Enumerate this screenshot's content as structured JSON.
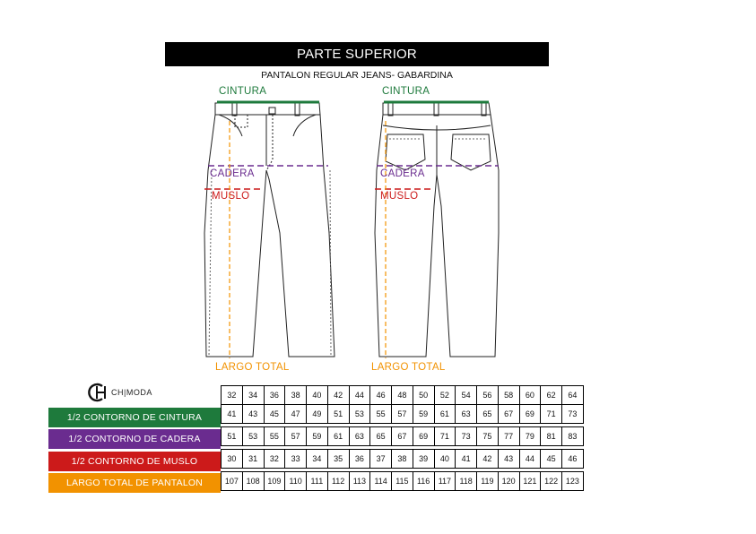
{
  "header": {
    "title": "PARTE SUPERIOR",
    "subtitle": "PANTALON REGULAR JEANS- GABARDINA"
  },
  "front": {
    "waist_label": "CINTURA",
    "hip_label": "CADERA",
    "thigh_label": "MUSLO",
    "length_label": "LARGO TOTAL"
  },
  "back": {
    "waist_label": "CINTURA",
    "hip_label": "CADERA",
    "thigh_label": "MUSLO",
    "length_label": "LARGO TOTAL"
  },
  "brand": {
    "name": "CH|MODA"
  },
  "colors": {
    "waist": "#1e7a3c",
    "hip": "#6a2c8f",
    "thigh": "#cc1a1a",
    "length": "#f29200"
  },
  "table": {
    "sizes": [
      "32",
      "34",
      "36",
      "38",
      "40",
      "42",
      "44",
      "46",
      "48",
      "50",
      "52",
      "54",
      "56",
      "58",
      "60",
      "62",
      "64"
    ],
    "rows": [
      {
        "label": "1/2 CONTORNO DE CINTURA",
        "values": [
          "41",
          "43",
          "45",
          "47",
          "49",
          "51",
          "53",
          "55",
          "57",
          "59",
          "61",
          "63",
          "65",
          "67",
          "69",
          "71",
          "73"
        ]
      },
      {
        "label": "1/2 CONTORNO DE CADERA",
        "values": [
          "51",
          "53",
          "55",
          "57",
          "59",
          "61",
          "63",
          "65",
          "67",
          "69",
          "71",
          "73",
          "75",
          "77",
          "79",
          "81",
          "83"
        ]
      },
      {
        "label": "1/2 CONTORNO DE MUSLO",
        "values": [
          "30",
          "31",
          "32",
          "33",
          "34",
          "35",
          "36",
          "37",
          "38",
          "39",
          "40",
          "41",
          "42",
          "43",
          "44",
          "45",
          "46"
        ]
      },
      {
        "label": "LARGO TOTAL DE PANTALON",
        "values": [
          "107",
          "108",
          "109",
          "110",
          "111",
          "112",
          "113",
          "114",
          "115",
          "116",
          "117",
          "118",
          "119",
          "120",
          "121",
          "122",
          "123"
        ]
      }
    ]
  }
}
